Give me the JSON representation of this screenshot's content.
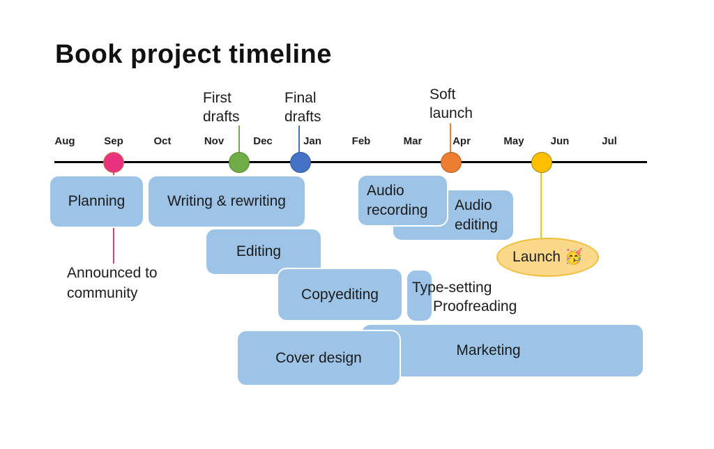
{
  "title": "Book project timeline",
  "timeline": {
    "months": [
      "Aug",
      "Sep",
      "Oct",
      "Nov",
      "Dec",
      "Jan",
      "Feb",
      "Mar",
      "Apr",
      "May",
      "Jun",
      "Jul"
    ],
    "axis_color": "#000000"
  },
  "milestones": [
    {
      "id": "announcement",
      "at": "Sep",
      "color": "#E8327E",
      "callout": "Announced to\ncommunity"
    },
    {
      "id": "first-drafts",
      "at": "Nov–Dec",
      "color": "#70AD47",
      "label": "First\ndrafts"
    },
    {
      "id": "final-drafts",
      "at": "Jan",
      "color": "#4472C4",
      "label": "Final\ndrafts"
    },
    {
      "id": "soft-launch",
      "at": "Apr",
      "color": "#ED7D31",
      "label": "Soft\nlaunch"
    },
    {
      "id": "launch",
      "at": "May–Jun",
      "color": "#FFC000",
      "label": "Launch 🥳"
    }
  ],
  "tasks": [
    {
      "id": "planning",
      "label": "Planning"
    },
    {
      "id": "writing-rewriting",
      "label": "Writing & rewriting"
    },
    {
      "id": "editing",
      "label": "Editing"
    },
    {
      "id": "copyediting",
      "label": "Copyediting"
    },
    {
      "id": "audio-recording",
      "label": "Audio\nrecording"
    },
    {
      "id": "audio-editing",
      "label": "Audio\nediting"
    },
    {
      "id": "type-setting",
      "label": "Type-setting"
    },
    {
      "id": "proofreading",
      "label": "Proofreading"
    },
    {
      "id": "cover-design",
      "label": "Cover design"
    },
    {
      "id": "marketing",
      "label": "Marketing"
    }
  ],
  "colors": {
    "task_fill": "#9DC3E6",
    "task_border": "#FFFFFF",
    "launch_fill": "#FBD88A",
    "launch_border": "#F2BE3A",
    "pink": "#E8327E",
    "green": "#70AD47",
    "blue": "#4472C4",
    "orange": "#ED7D31",
    "yellow": "#FFC000"
  }
}
